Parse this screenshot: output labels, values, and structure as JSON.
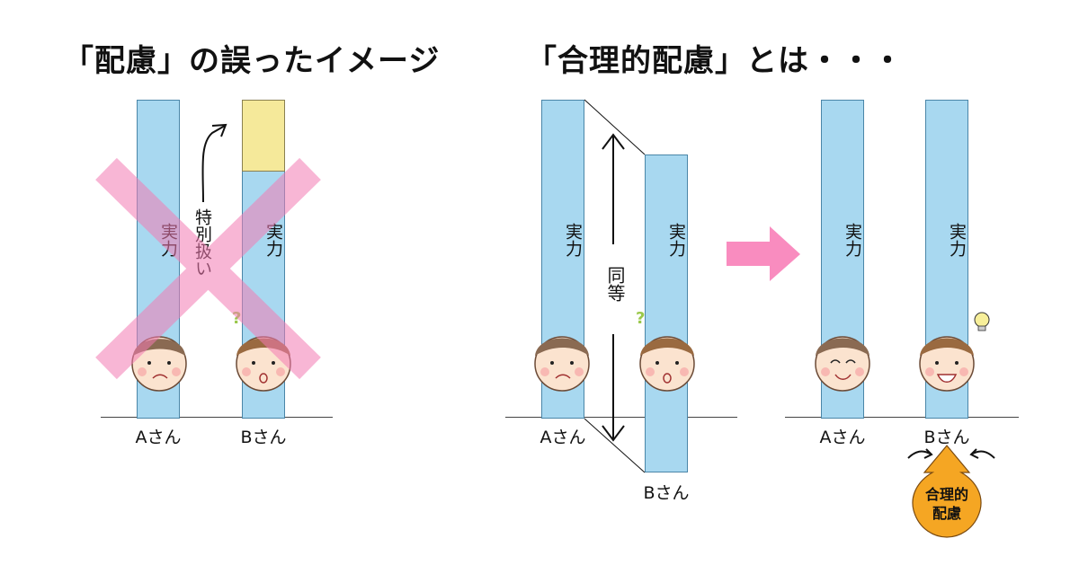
{
  "left": {
    "title": "「配慮」の誤ったイメージ",
    "bar_label": "実力",
    "special_label": "特別扱い",
    "person_a": "Aさん",
    "person_b": "Bさん"
  },
  "right": {
    "title": "「合理的配慮」とは・・・",
    "bar_label": "実力",
    "equal_label": "同等",
    "badge_label": "合理的\n配慮",
    "person_a": "Aさん",
    "person_b": "Bさん"
  },
  "colors": {
    "bar": "#a8d8f0",
    "extra": "#f5e99a",
    "cross": "#f47cb4",
    "arrow": "#f98cbf",
    "badge": "#f5a623"
  }
}
